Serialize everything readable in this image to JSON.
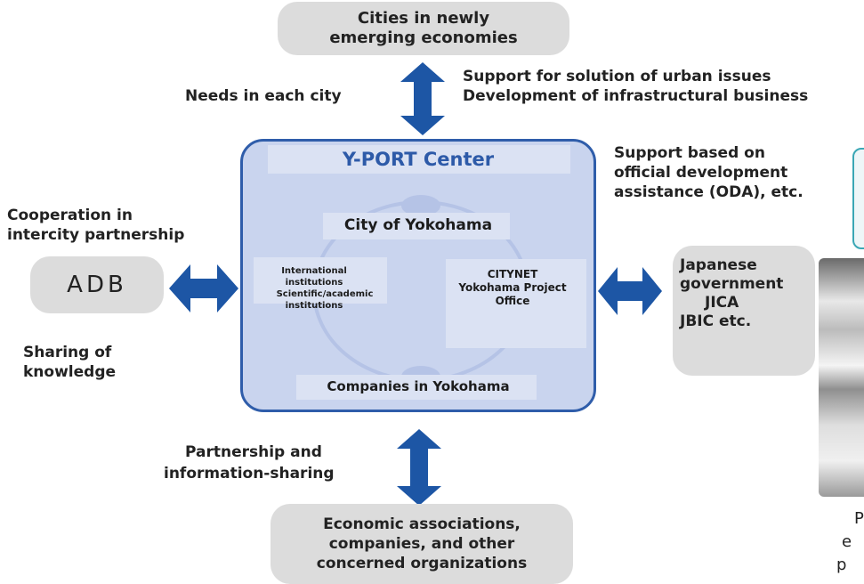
{
  "top_node": "Cities in newly emerging economies",
  "top_node_lines": [
    "Cities in newly",
    "emerging economies"
  ],
  "needs_label": "Needs in each city",
  "support_lines": [
    "Support for solution of urban issues",
    "Development of infrastructural business"
  ],
  "center": {
    "title": "Y-PORT Center",
    "city": "City of Yokohama",
    "left_lines": [
      "International institutions",
      "Scientific/academic",
      "institutions"
    ],
    "right_lines": [
      "CITYNET",
      "Yokohama Project",
      "Office"
    ],
    "bottom": "Companies in Yokohama"
  },
  "left": {
    "coop_lines": [
      "Cooperation in",
      "intercity partnership"
    ],
    "adb": "ADB",
    "sharing_lines": [
      "Sharing of",
      "knowledge"
    ]
  },
  "right": {
    "oda_lines": [
      "Support based on",
      "official development",
      "assistance (ODA), etc."
    ],
    "gov_lines": [
      "Japanese",
      "government",
      "JICA",
      "JBIC etc."
    ]
  },
  "bottom": {
    "partnership_lines": [
      "Partnership and",
      "information-sharing"
    ],
    "node_lines": [
      "Economic associations,",
      "companies, and other",
      "concerned organizations"
    ]
  },
  "cut_off_fragments": [
    "P",
    "e",
    "p"
  ],
  "colors": {
    "arrow": "#1d56a5",
    "box_border": "#2f5daa",
    "box_fill": "#c9d4ee",
    "pill": "#dcdcdc",
    "callout_border": "#3aa7b5"
  }
}
